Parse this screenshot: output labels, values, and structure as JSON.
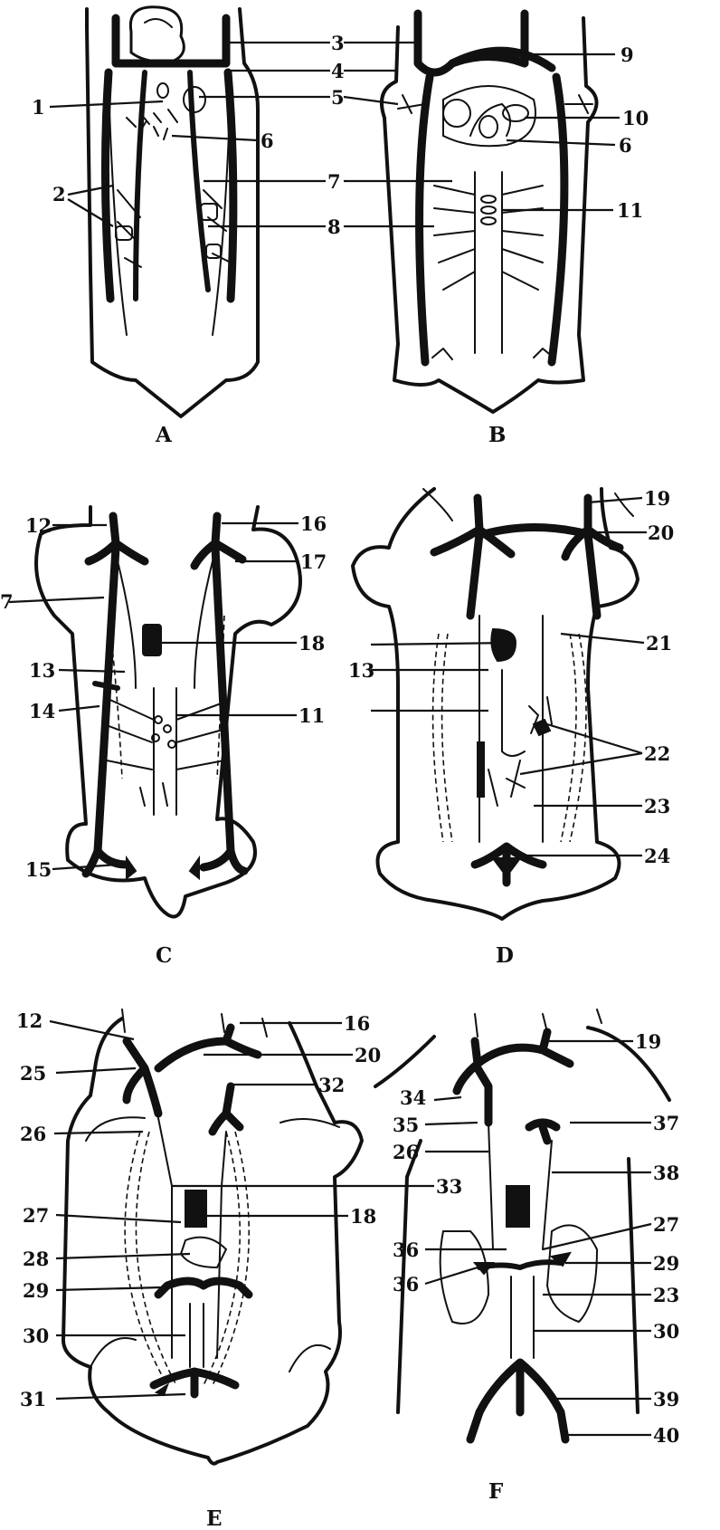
{
  "panels": [
    {
      "id": "A",
      "letter": "A",
      "labels": [
        {
          "n": "1"
        },
        {
          "n": "2"
        },
        {
          "n": "3"
        },
        {
          "n": "4"
        },
        {
          "n": "5"
        },
        {
          "n": "6"
        },
        {
          "n": "7"
        },
        {
          "n": "8"
        }
      ]
    },
    {
      "id": "B",
      "letter": "B",
      "labels": [
        {
          "n": "9"
        },
        {
          "n": "10"
        },
        {
          "n": "6"
        },
        {
          "n": "11"
        }
      ]
    },
    {
      "id": "C",
      "letter": "C",
      "labels": [
        {
          "n": "12"
        },
        {
          "n": "7"
        },
        {
          "n": "13"
        },
        {
          "n": "14"
        },
        {
          "n": "15"
        },
        {
          "n": "16"
        },
        {
          "n": "17"
        },
        {
          "n": "18"
        },
        {
          "n": "11"
        }
      ]
    },
    {
      "id": "D",
      "letter": "D",
      "labels": [
        {
          "n": "19"
        },
        {
          "n": "20"
        },
        {
          "n": "21"
        },
        {
          "n": "13"
        },
        {
          "n": "22"
        },
        {
          "n": "23"
        },
        {
          "n": "24"
        }
      ]
    },
    {
      "id": "E",
      "letter": "E",
      "labels": [
        {
          "n": "12"
        },
        {
          "n": "25"
        },
        {
          "n": "26"
        },
        {
          "n": "27"
        },
        {
          "n": "28"
        },
        {
          "n": "29"
        },
        {
          "n": "30"
        },
        {
          "n": "31"
        },
        {
          "n": "16"
        },
        {
          "n": "20"
        },
        {
          "n": "32"
        },
        {
          "n": "33"
        },
        {
          "n": "18"
        }
      ]
    },
    {
      "id": "F",
      "letter": "F",
      "labels": [
        {
          "n": "34"
        },
        {
          "n": "35"
        },
        {
          "n": "26"
        },
        {
          "n": "36"
        },
        {
          "n": "36"
        },
        {
          "n": "19"
        },
        {
          "n": "37"
        },
        {
          "n": "38"
        },
        {
          "n": "27"
        },
        {
          "n": "29"
        },
        {
          "n": "23"
        },
        {
          "n": "30"
        },
        {
          "n": "39"
        },
        {
          "n": "40"
        }
      ]
    }
  ]
}
